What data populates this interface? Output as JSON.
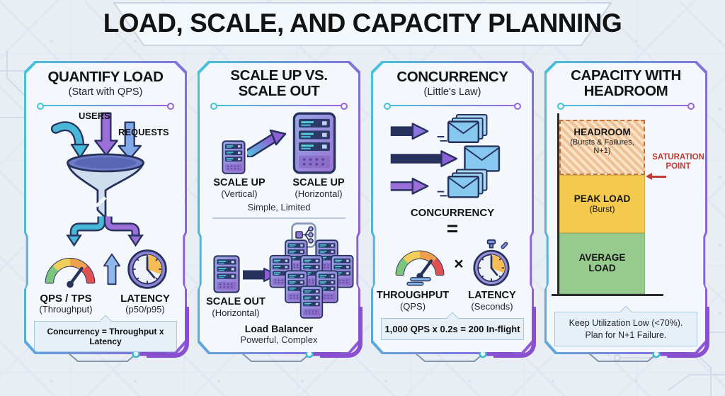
{
  "title": "LOAD, SCALE, AND CAPACITY PLANNING",
  "colors": {
    "teal": "#45c4d8",
    "purple": "#9257d6",
    "red": "#c13b33",
    "peak": "#f3c94e",
    "avg": "#97cb8e",
    "headroom": "#f6dcbe"
  },
  "panel1": {
    "title": "QUANTIFY LOAD",
    "subtitle": "(Start with QPS)",
    "users": "USERS",
    "requests": "REQUESTS",
    "qps_label": "QPS / TPS",
    "qps_sub": "(Throughput)",
    "latency_label": "LATENCY",
    "latency_sub": "(p50/p95)",
    "callout": "Concurrency = Throughput x Latency"
  },
  "panel2": {
    "title": "SCALE UP VS. SCALE OUT",
    "up_label": "SCALE UP",
    "up_sub": "(Vertical)",
    "up2_label": "SCALE UP",
    "up2_sub": "(Horizontal)",
    "top_note": "Simple, Limited",
    "out_label": "SCALE OUT",
    "out_sub": "(Horizontal)",
    "lb_label": "Load Balancer",
    "bottom_note": "Powerful, Complex"
  },
  "panel3": {
    "title": "CONCURRENCY",
    "subtitle": "(Little's Law)",
    "mid_label": "CONCURRENCY",
    "equals": "=",
    "times": "×",
    "throughput_label": "THROUGHPUT",
    "throughput_sub": "(QPS)",
    "latency_label": "LATENCY",
    "latency_sub": "(Seconds)",
    "callout": "1,000 QPS x 0.2s = 200 In-flight"
  },
  "panel4": {
    "title": "CAPACITY WITH HEADROOM",
    "segments": [
      {
        "label": "HEADROOM",
        "sub": "(Bursts & Failures, N+1)"
      },
      {
        "label": "PEAK LOAD",
        "sub": "(Burst)"
      },
      {
        "label": "AVERAGE LOAD",
        "sub": ""
      }
    ],
    "saturation": "SATURATION POINT",
    "callout_line1": "Keep Utilization Low (<70%).",
    "callout_line2": "Plan for N+1 Failure."
  }
}
